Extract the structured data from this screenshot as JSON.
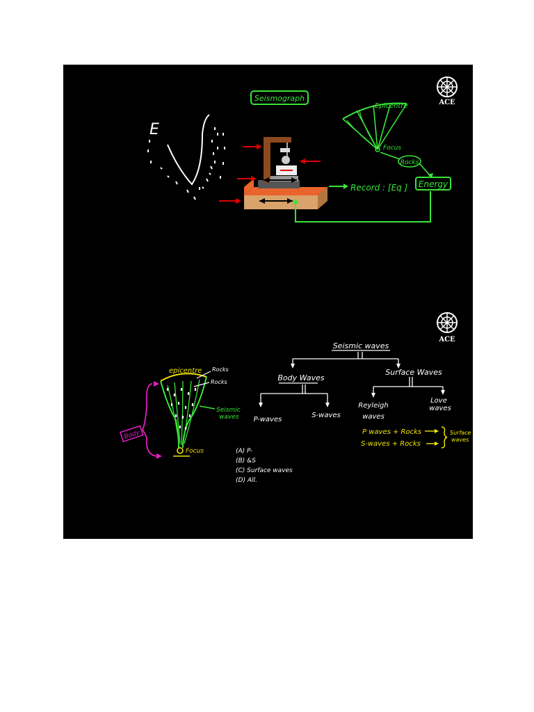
{
  "colors": {
    "green": "#39e639",
    "white": "#ffffff",
    "red": "#e00000",
    "yellow": "#f2e600",
    "magenta": "#e020c0",
    "brown": "#8b4a1f",
    "orange": "#e8642c",
    "tan": "#d9a36b"
  },
  "slide1": {
    "logo": "ACE",
    "title": "Seismograph",
    "epicentre": "Epicentre",
    "focus": "Focus",
    "rocks": "Rocks",
    "record": "Record : [Eq ]",
    "energy": "Energy",
    "e_letter": "E"
  },
  "slide2": {
    "logo": "ACE",
    "tree": {
      "root": "Seismic waves",
      "body": "Body Waves",
      "surface": "Surface Waves",
      "p": "P-waves",
      "s": "S-waves",
      "rayleigh_1": "Reyleigh",
      "rayleigh_2": "waves",
      "love_1": "Love",
      "love_2": "waves"
    },
    "notes": {
      "line1": "P waves + Rocks",
      "line2": "S-waves + Rocks",
      "result_1": "Surface",
      "result_2": "waves"
    },
    "cone": {
      "epicentre": "epicentre",
      "rocks_1": "Rocks",
      "rocks_2": "Rocks",
      "seismic_1": "Seismic",
      "seismic_2": "waves",
      "focus": "Focus",
      "body": "Body"
    },
    "options": [
      "(A) P-",
      "(B) &S",
      "(C) Surface waves",
      "(D) All."
    ]
  }
}
